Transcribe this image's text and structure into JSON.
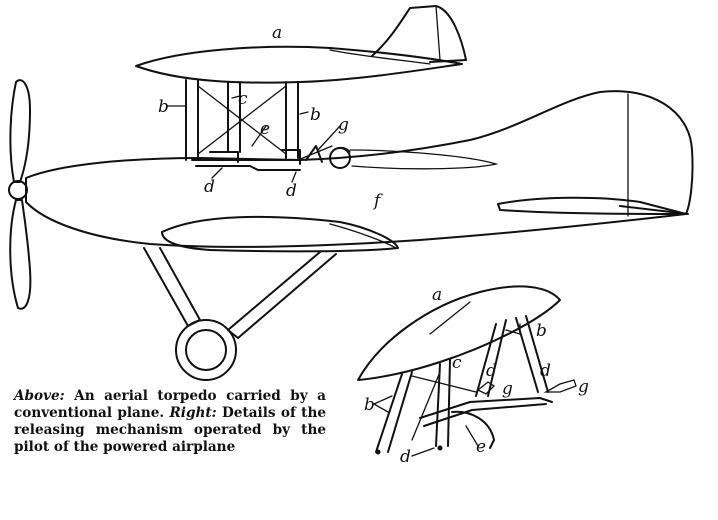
{
  "caption": {
    "lead_1": "Above:",
    "text_1": " An aerial torpedo carried by a conventional plane. ",
    "lead_2": "Right:",
    "text_2": " Details of the releasing mechanism operated by the pilot of the powered airplane"
  },
  "labels": {
    "top": {
      "a": "a",
      "b_left": "b",
      "c": "c",
      "b_right": "b",
      "e": "e",
      "g": "g",
      "d_left": "d",
      "d_right": "d",
      "f": "f"
    },
    "detail": {
      "a": "a",
      "b_right": "b",
      "c": "c",
      "d_top": "d",
      "g_mid": "g",
      "d_right": "d",
      "g_right": "g",
      "b_left": "b",
      "e": "e",
      "d_bottom": "d"
    }
  }
}
